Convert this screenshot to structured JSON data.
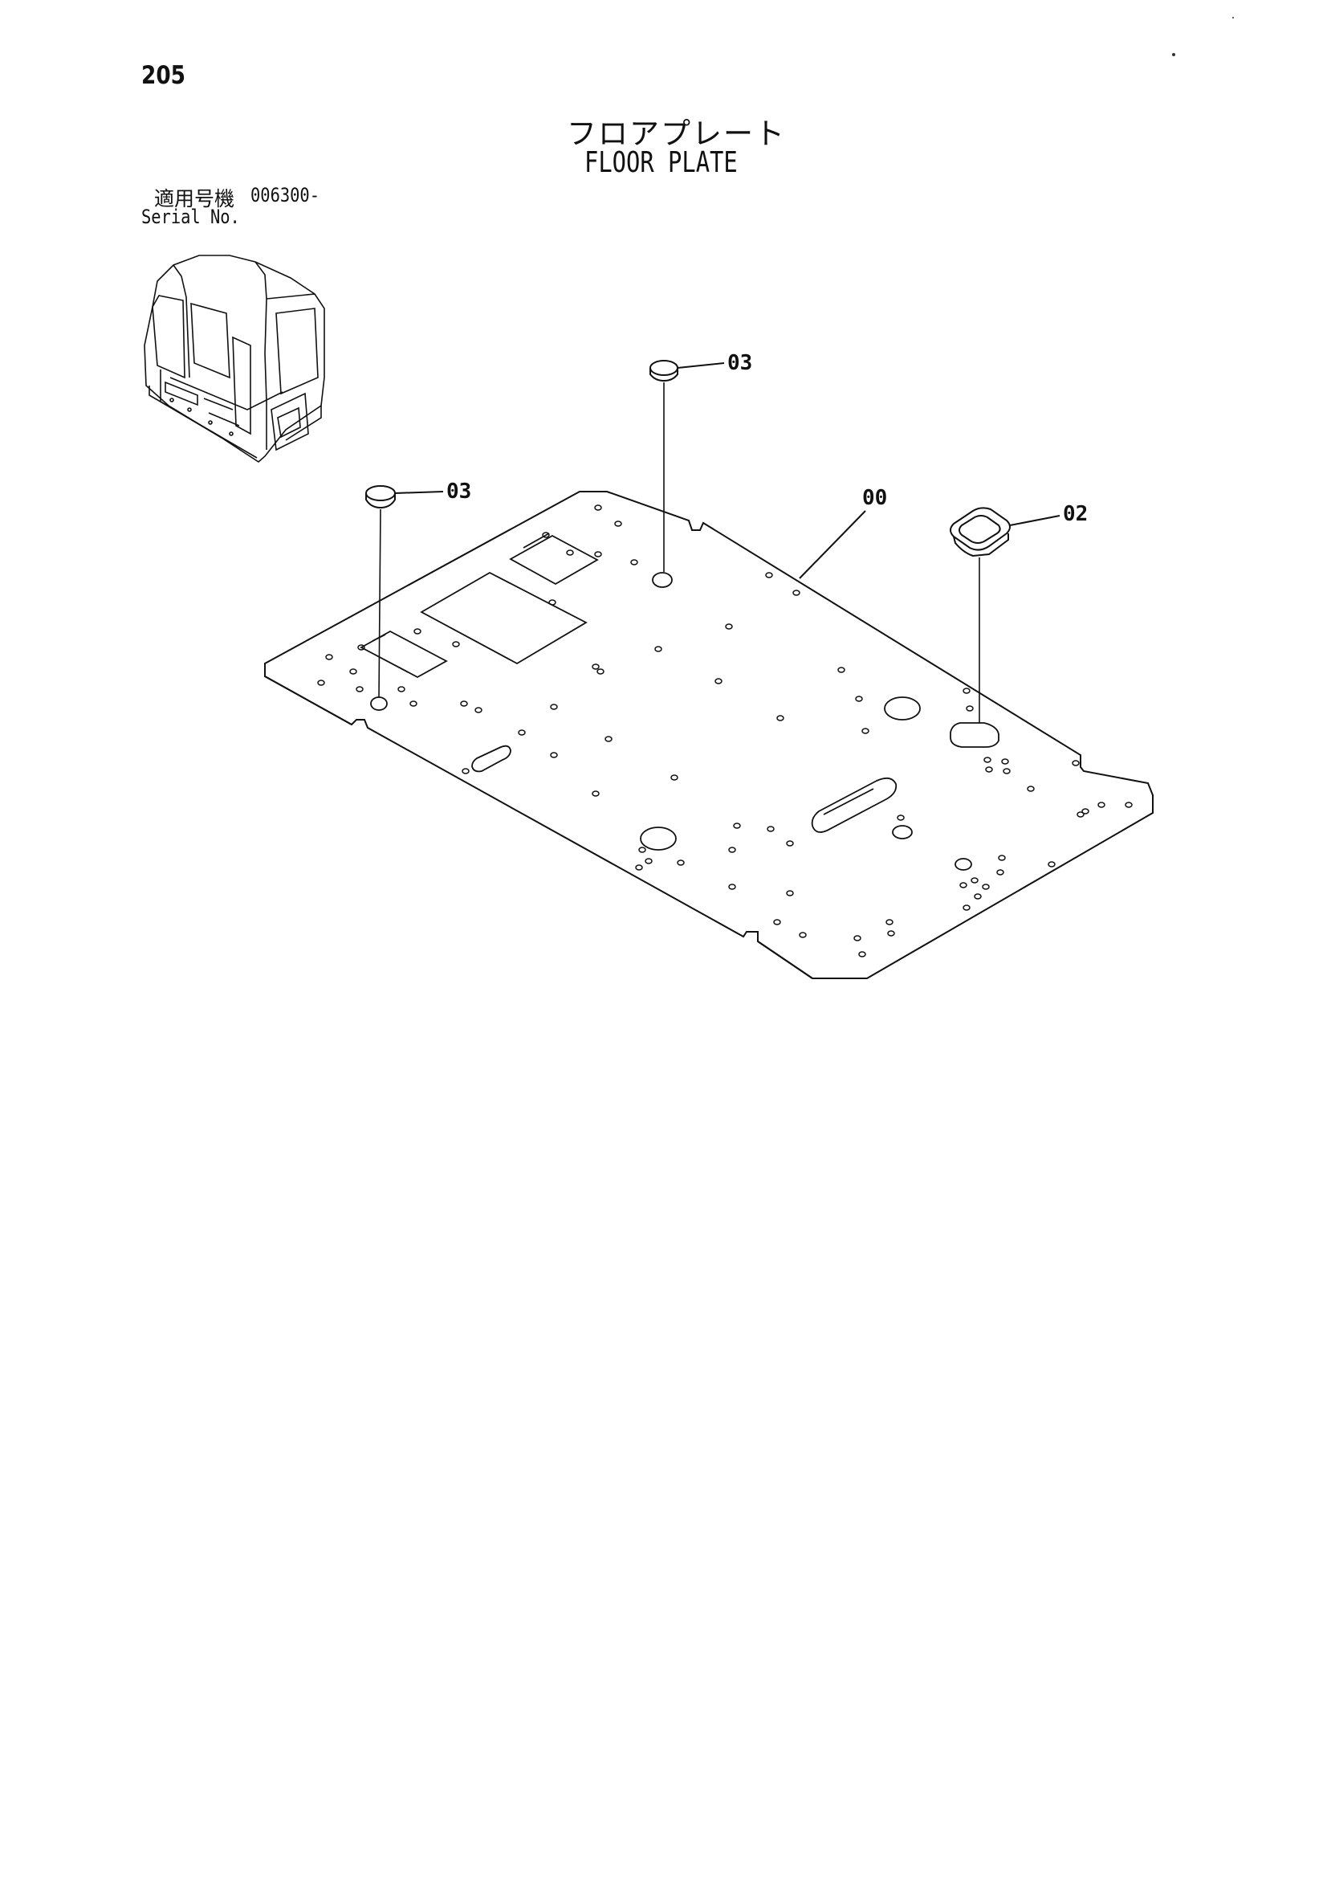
{
  "page": {
    "number": "205",
    "title_jp": "フロアプレート",
    "title_en": "FLOOR PLATE"
  },
  "serial": {
    "label_jp": "適用号機",
    "value": "006300-",
    "label_en": "Serial No."
  },
  "callouts": {
    "floor_plate": "00",
    "grommet": "02",
    "cap_left": "03",
    "cap_top": "03"
  }
}
